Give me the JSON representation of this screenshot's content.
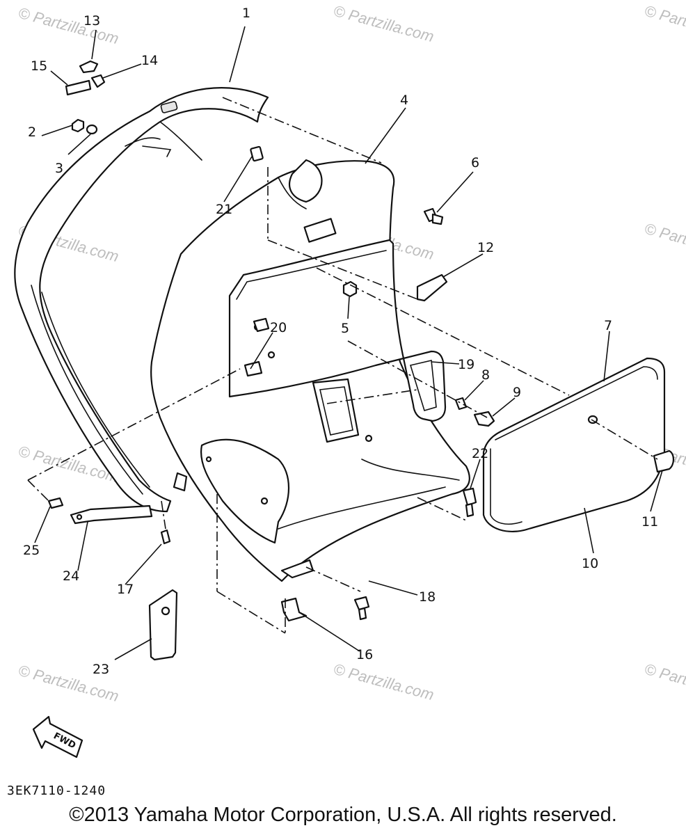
{
  "diagram": {
    "code": "3EK7110-1240",
    "copyright": "©2013 Yamaha Motor Corporation, U.S.A. All rights reserved.",
    "watermark": "© Partzilla.com",
    "direction_label": "FWD"
  },
  "callouts": [
    "1",
    "2",
    "3",
    "4",
    "5",
    "6",
    "7",
    "8",
    "9",
    "10",
    "11",
    "12",
    "13",
    "14",
    "15",
    "16",
    "17",
    "18",
    "19",
    "20",
    "21",
    "22",
    "23",
    "24",
    "25"
  ],
  "colors": {
    "ink": "#111111",
    "watermark": "#bdbdbd",
    "background": "#ffffff"
  }
}
